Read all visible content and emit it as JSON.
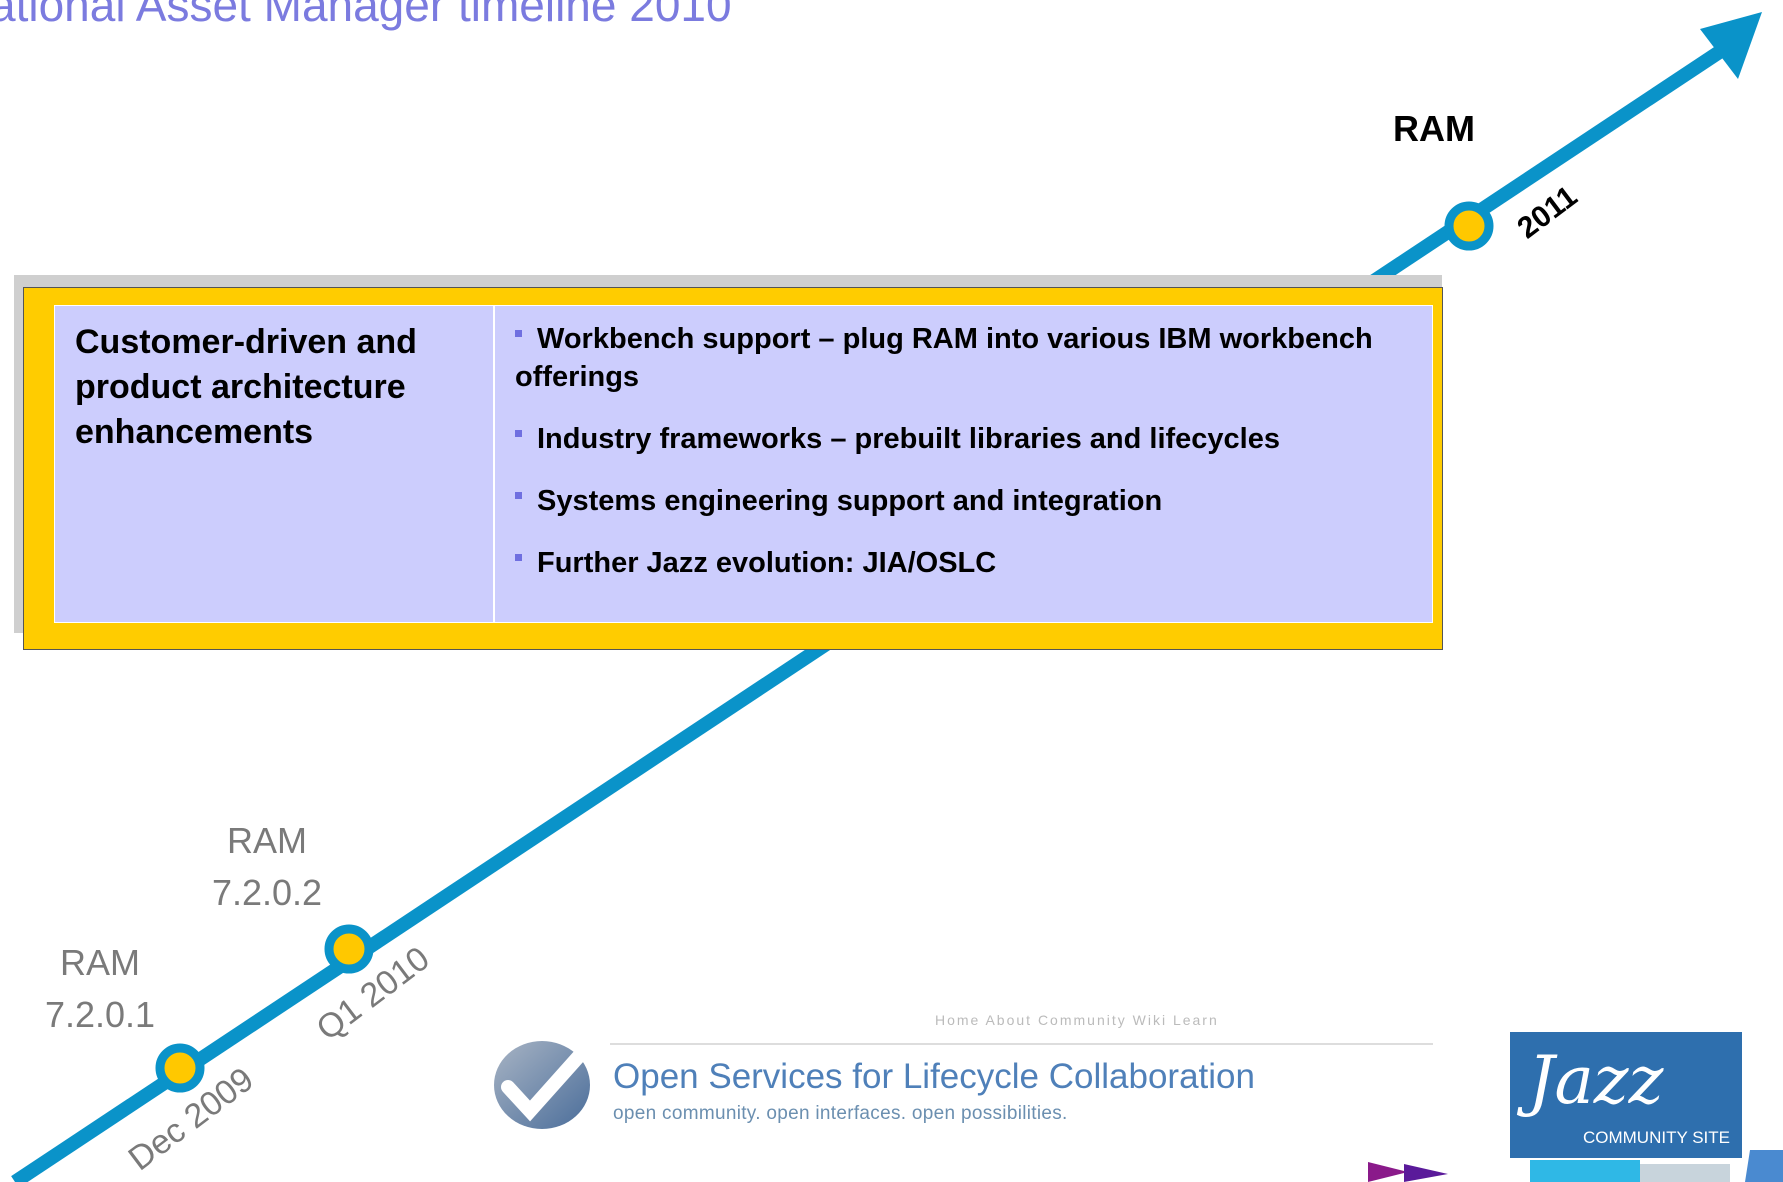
{
  "title": "ational Asset Manager timeline 2010",
  "milestones": [
    {
      "label_line1": "RAM",
      "label_line2": "7.2.0.1",
      "date": "Dec 2009"
    },
    {
      "label_line1": "RAM",
      "label_line2": "7.2.0.2",
      "date": "Q1 2010"
    },
    {
      "label_line1": "RAM",
      "label_line2": "",
      "date": "2011"
    }
  ],
  "callout": {
    "heading": "Customer-driven and product architecture enhancements",
    "bullets": [
      "Workbench support – plug RAM into various IBM workbench offerings",
      "Industry frameworks – prebuilt libraries and lifecycles",
      "Systems engineering support and integration",
      "Further Jazz evolution: JIA/OSLC"
    ]
  },
  "oslc_logo": {
    "nav": "Home    About    Community    Wiki    Learn",
    "title": "Open Services for Lifecycle Collaboration",
    "subtitle": "open community. open interfaces. open possibilities."
  },
  "jazz_logo": {
    "word": "Jazz",
    "subtitle": "COMMUNITY SITE"
  },
  "colors": {
    "timeline": "#0a93c9",
    "node_fill": "#ffc800",
    "callout_border": "#ffcc00",
    "callout_fill": "#cccdfd",
    "title": "#7b7bdf"
  }
}
